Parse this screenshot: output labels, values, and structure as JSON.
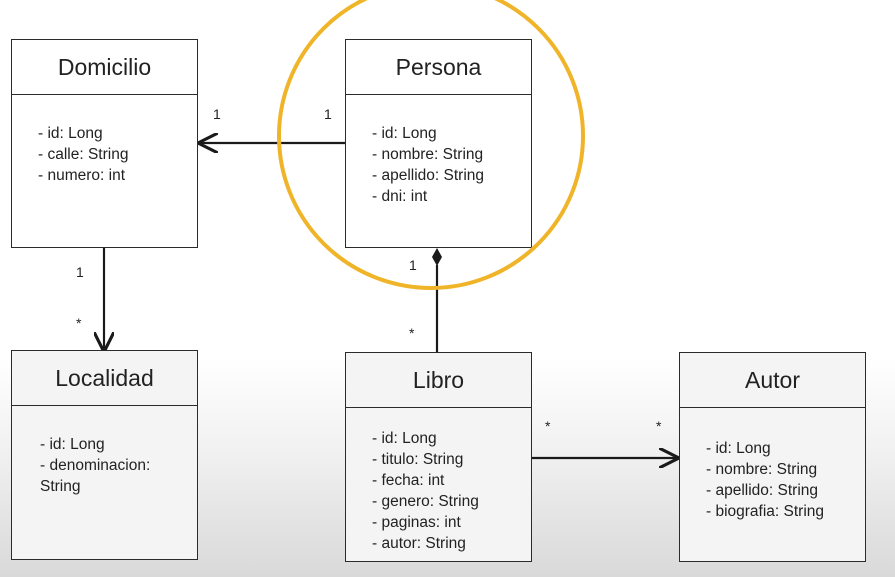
{
  "classes": {
    "domicilio": {
      "name": "Domicilio",
      "attributes": [
        "- id: Long",
        "- calle: String",
        "- numero: int"
      ]
    },
    "persona": {
      "name": "Persona",
      "attributes": [
        "- id: Long",
        "- nombre: String",
        "- apellido: String",
        "- dni: int"
      ]
    },
    "localidad": {
      "name": "Localidad",
      "attributes": [
        "- id: Long",
        "- denominacion:",
        "String"
      ]
    },
    "libro": {
      "name": "Libro",
      "attributes": [
        "- id: Long",
        "- titulo: String",
        "- fecha: int",
        "- genero: String",
        "- paginas: int",
        "- autor: String"
      ]
    },
    "autor": {
      "name": "Autor",
      "attributes": [
        "- id: Long",
        "- nombre: String",
        "- apellido: String",
        "- biografia: String"
      ]
    }
  },
  "associations": {
    "persona_domicilio": {
      "source_mult": "1",
      "target_mult": "1"
    },
    "domicilio_localidad": {
      "source_mult": "1",
      "target_mult": "*"
    },
    "persona_libro": {
      "source_mult": "1",
      "target_mult": "*"
    },
    "libro_autor": {
      "source_mult": "*",
      "target_mult": "*"
    }
  },
  "colors": {
    "highlight_circle": "#f0b429",
    "lines": "#1a1a1a",
    "box_border": "#2b2b2b"
  }
}
